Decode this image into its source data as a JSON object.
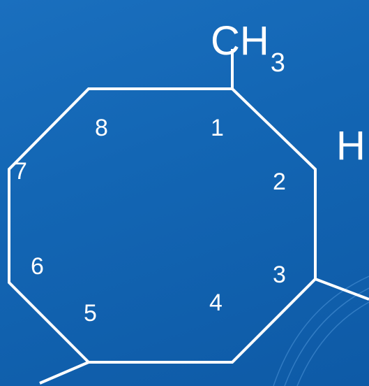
{
  "ring_numbers": [
    "1",
    "2",
    "3",
    "4",
    "5",
    "6",
    "7",
    "8"
  ],
  "top_group": {
    "main": "CH",
    "subscript": "3"
  },
  "right_partial_label": "H",
  "colors": {
    "background_top": "#1a6fbe",
    "background_bottom": "#0e5aa6",
    "line": "#ffffff",
    "text": "#ffffff",
    "swirl": "#4f95d8"
  }
}
